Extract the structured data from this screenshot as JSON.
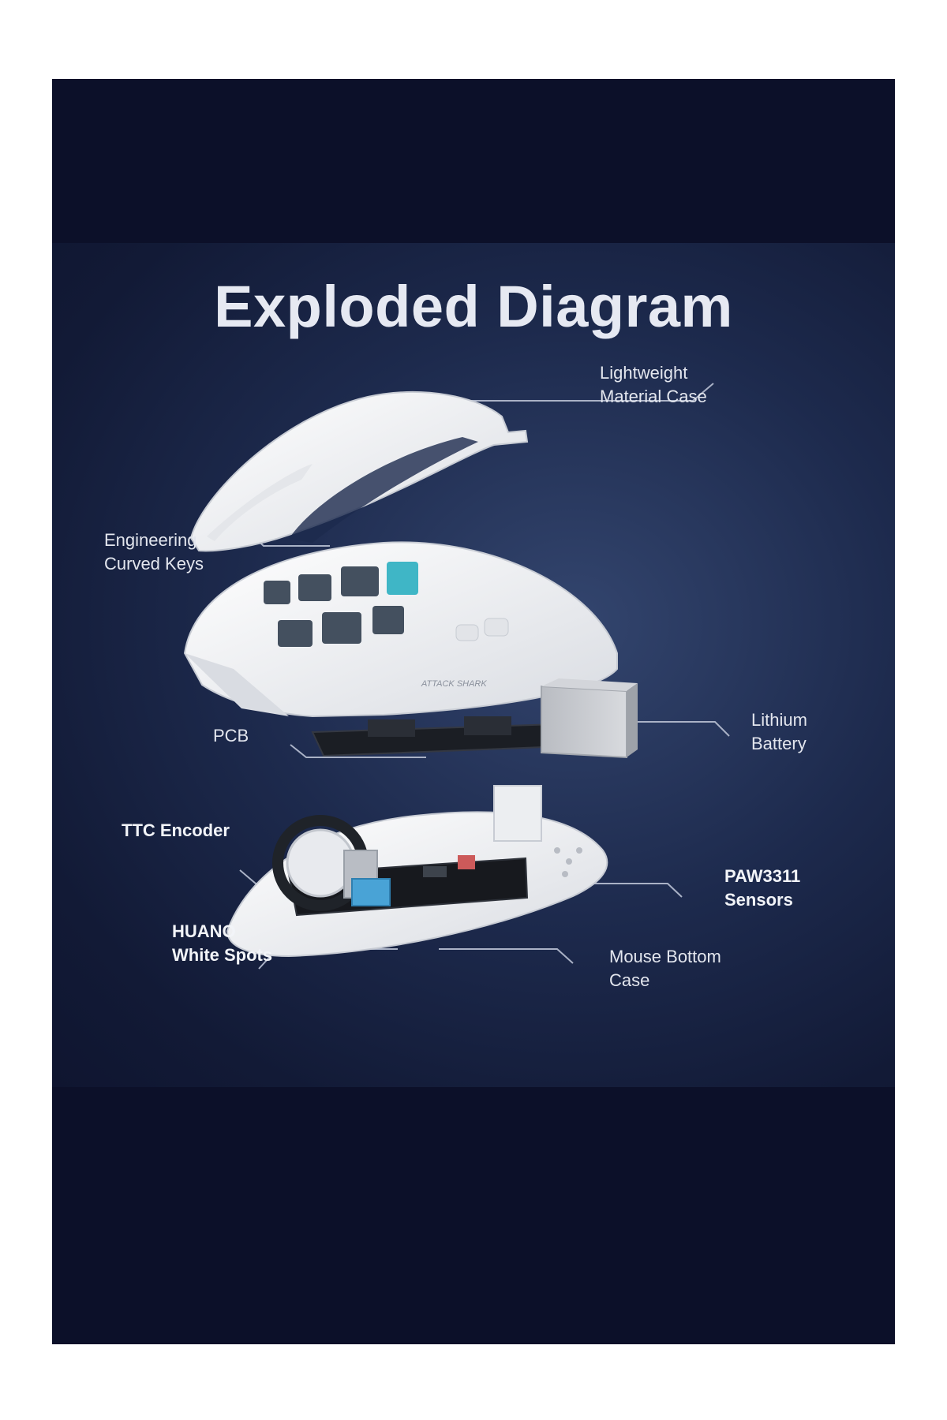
{
  "diagram": {
    "title": "Exploded Diagram",
    "brand_mark": "ATTACK SHARK",
    "labels": {
      "case": [
        "Lightweight",
        "Material Case"
      ],
      "keys": [
        "Engineering",
        "Curved Keys"
      ],
      "pcb": [
        "PCB"
      ],
      "battery": [
        "Lithium",
        "Battery"
      ],
      "encoder": [
        "TTC Encoder"
      ],
      "sensor": [
        "PAW3311",
        "Sensors"
      ],
      "switch": [
        "HUANO",
        "White Spots"
      ],
      "bottom": [
        "Mouse Bottom",
        "Case"
      ]
    }
  },
  "colors": {
    "frame_bg": "#0c1029",
    "panel_bg": "#1d2a4d",
    "label_text": "#e3e6ee",
    "mouse_white": "#f2f3f5",
    "accent_cyan": "#3fb6c6",
    "switch_blue": "#49a3d6"
  }
}
